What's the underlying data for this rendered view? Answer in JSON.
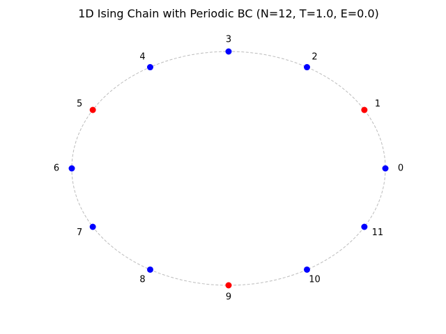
{
  "chart_data": {
    "type": "scatter",
    "title": "1D Ising Chain with Periodic BC (N=12, T=1.0, E=0.0)",
    "xlabel": "",
    "ylabel": "",
    "axes_visible": false,
    "grid": false,
    "ring": {
      "style": "dashed",
      "color": "#bbbbbb"
    },
    "colors": {
      "spin_up": "#0000ff",
      "spin_down": "#ff0000"
    },
    "nodes": [
      {
        "index": 0,
        "label": "0",
        "spin": 1,
        "x": 1.0,
        "y": 0.0
      },
      {
        "index": 1,
        "label": "1",
        "spin": -1,
        "x": 0.866,
        "y": 0.5
      },
      {
        "index": 2,
        "label": "2",
        "spin": 1,
        "x": 0.5,
        "y": 0.866
      },
      {
        "index": 3,
        "label": "3",
        "spin": 1,
        "x": 0.0,
        "y": 1.0
      },
      {
        "index": 4,
        "label": "4",
        "spin": 1,
        "x": -0.5,
        "y": 0.866
      },
      {
        "index": 5,
        "label": "5",
        "spin": -1,
        "x": -0.866,
        "y": 0.5
      },
      {
        "index": 6,
        "label": "6",
        "spin": 1,
        "x": -1.0,
        "y": 0.0
      },
      {
        "index": 7,
        "label": "7",
        "spin": 1,
        "x": -0.866,
        "y": -0.5
      },
      {
        "index": 8,
        "label": "8",
        "spin": 1,
        "x": -0.5,
        "y": -0.866
      },
      {
        "index": 9,
        "label": "9",
        "spin": -1,
        "x": 0.0,
        "y": -1.0
      },
      {
        "index": 10,
        "label": "10",
        "spin": 1,
        "x": 0.5,
        "y": -0.866
      },
      {
        "index": 11,
        "label": "11",
        "spin": 1,
        "x": 0.866,
        "y": -0.5
      }
    ]
  }
}
